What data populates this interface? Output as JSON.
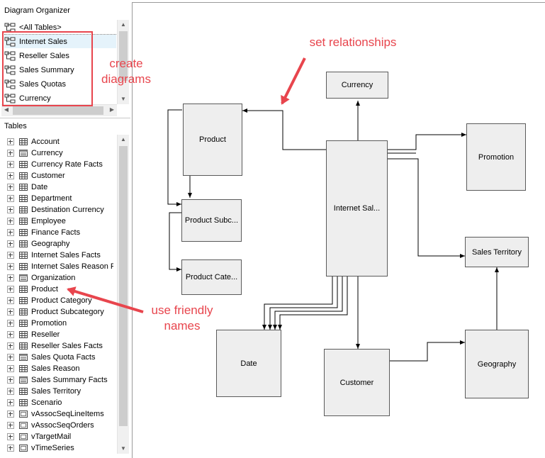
{
  "organizer": {
    "title": "Diagram Organizer",
    "items": [
      {
        "label": "<All Tables>"
      },
      {
        "label": "Internet Sales",
        "selected": true
      },
      {
        "label": "Reseller Sales"
      },
      {
        "label": "Sales Summary"
      },
      {
        "label": "Sales Quotas"
      },
      {
        "label": "Currency"
      }
    ]
  },
  "tables": {
    "title": "Tables",
    "items": [
      {
        "label": "Account",
        "icon": "table-icon"
      },
      {
        "label": "Currency",
        "icon": "dimension-icon"
      },
      {
        "label": "Currency Rate Facts",
        "icon": "table-icon"
      },
      {
        "label": "Customer",
        "icon": "table-icon"
      },
      {
        "label": "Date",
        "icon": "table-icon"
      },
      {
        "label": "Department",
        "icon": "table-icon"
      },
      {
        "label": "Destination Currency",
        "icon": "table-icon"
      },
      {
        "label": "Employee",
        "icon": "table-icon"
      },
      {
        "label": "Finance Facts",
        "icon": "table-icon"
      },
      {
        "label": "Geography",
        "icon": "table-icon"
      },
      {
        "label": "Internet Sales Facts",
        "icon": "table-icon"
      },
      {
        "label": "Internet Sales Reason F",
        "icon": "table-icon"
      },
      {
        "label": "Organization",
        "icon": "dimension-icon"
      },
      {
        "label": "Product",
        "icon": "table-icon"
      },
      {
        "label": "Product Category",
        "icon": "table-icon"
      },
      {
        "label": "Product Subcategory",
        "icon": "table-icon"
      },
      {
        "label": "Promotion",
        "icon": "table-icon"
      },
      {
        "label": "Reseller",
        "icon": "table-icon"
      },
      {
        "label": "Reseller Sales Facts",
        "icon": "table-icon"
      },
      {
        "label": "Sales Quota Facts",
        "icon": "dimension-icon"
      },
      {
        "label": "Sales Reason",
        "icon": "table-icon"
      },
      {
        "label": "Sales Summary Facts",
        "icon": "dimension-icon"
      },
      {
        "label": "Sales Territory",
        "icon": "table-icon"
      },
      {
        "label": "Scenario",
        "icon": "table-icon"
      },
      {
        "label": "vAssocSeqLineItems",
        "icon": "view-icon"
      },
      {
        "label": "vAssocSeqOrders",
        "icon": "view-icon"
      },
      {
        "label": "vTargetMail",
        "icon": "view-icon"
      },
      {
        "label": "vTimeSeries",
        "icon": "view-icon"
      }
    ]
  },
  "diagram": {
    "nodes": {
      "currency": "Currency",
      "product": "Product",
      "promotion": "Promotion",
      "internet_sales": "Internet Sal...",
      "product_subcategory": "Product Subc...",
      "product_category": "Product Cate...",
      "sales_territory": "Sales Territory",
      "date": "Date",
      "customer": "Customer",
      "geography": "Geography"
    }
  },
  "annotations": {
    "set_relationships": "set relationships",
    "create_diagrams_1": "create",
    "create_diagrams_2": "diagrams",
    "friendly_names_1": "use friendly",
    "friendly_names_2": "names"
  },
  "colors": {
    "annotation": "#e8454d",
    "selection": "#e5f3fb",
    "node_fill": "#eeeeee"
  }
}
